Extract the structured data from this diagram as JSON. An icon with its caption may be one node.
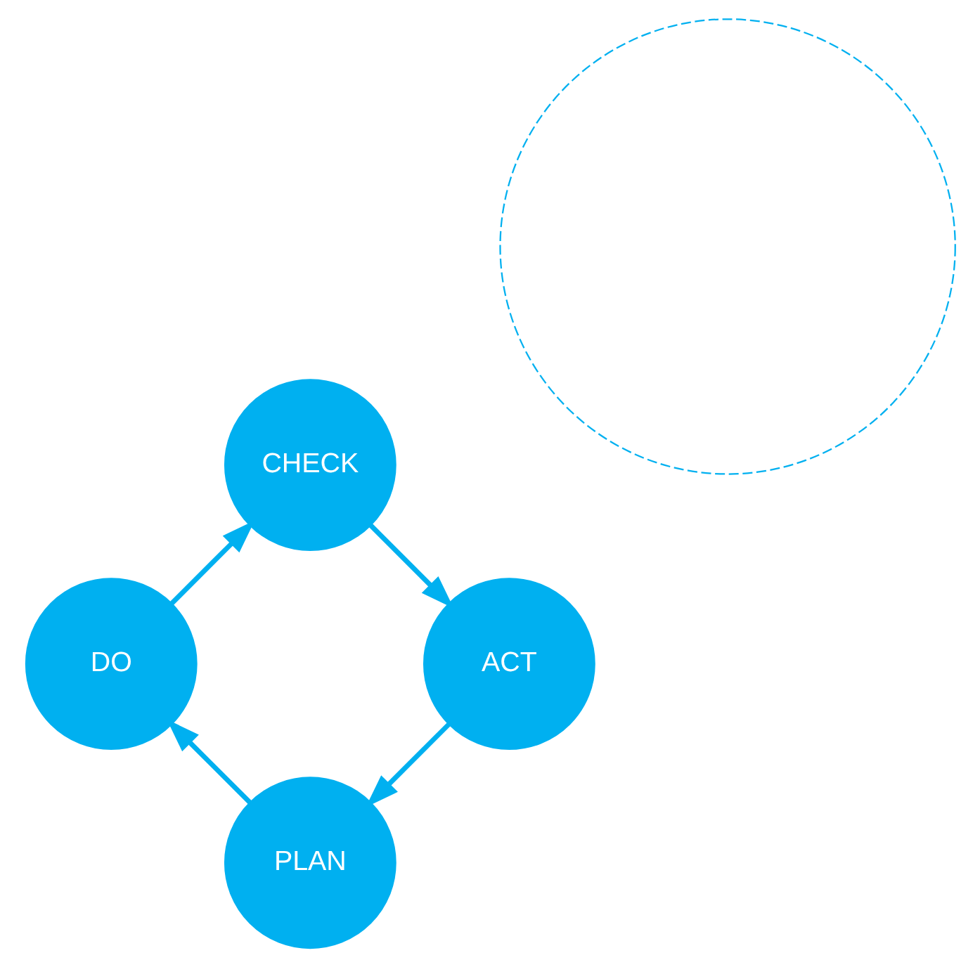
{
  "diagram": {
    "nodes": [
      {
        "text": [
          "PLAN"
        ]
      },
      {
        "text": [
          "DO"
        ]
      },
      {
        "text": [
          "CHECK"
        ]
      },
      {
        "text": [
          "ACT"
        ]
      },
      {
        "text": [],
        "shape": "circle"
      }
    ],
    "edges": [
      {
        "from": 0,
        "to": 1,
        "arrow": "to"
      },
      {
        "from": 1,
        "to": 2,
        "arrow": "to"
      },
      {
        "from": 2,
        "to": 3,
        "arrow": "to"
      },
      {
        "from": 3,
        "to": 0,
        "arrow": "to"
      }
    ]
  }
}
